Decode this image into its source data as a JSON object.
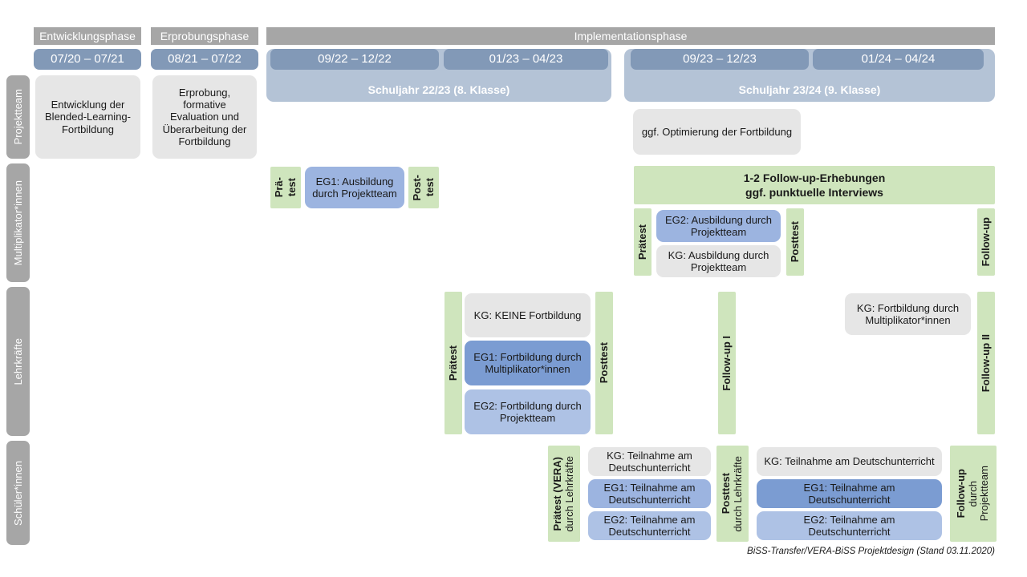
{
  "meta": {
    "footer": "BiSS-Transfer/VERA-BiSS Projektdesign (Stand 03.11.2020)"
  },
  "colors": {
    "header_gray": "#a6a6a6",
    "period_blue": "#8299b7",
    "schoolyear_blue": "#b4c3d6",
    "card_gray": "#e6e6e6",
    "card_blue_dark": "#7b9cd2",
    "card_blue_mid": "#9cb4e0",
    "card_blue_light": "#aec2e5",
    "green": "#cfe5bd"
  },
  "phases": [
    {
      "label": "Entwicklungsphase"
    },
    {
      "label": "Erprobungsphase"
    },
    {
      "label": "Implementationsphase"
    }
  ],
  "periods": [
    {
      "label": "07/20 – 07/21"
    },
    {
      "label": "08/21 – 07/22"
    },
    {
      "label": "09/22 – 12/22"
    },
    {
      "label": "01/23 – 04/23"
    },
    {
      "label": "09/23 – 12/23"
    },
    {
      "label": "01/24 – 04/24"
    }
  ],
  "school_years": [
    {
      "label": "Schuljahr 22/23 (8. Klasse)"
    },
    {
      "label": "Schuljahr 23/24 (9. Klasse)"
    }
  ],
  "roles": [
    {
      "label": "Projektteam"
    },
    {
      "label": "Multiplikator*innen"
    },
    {
      "label": "Lehrkräfte"
    },
    {
      "label": "Schüler*innen"
    }
  ],
  "projektteam": {
    "entwicklung": "Entwicklung der Blended-Learning-Fortbildung",
    "erprobung": "Erprobung, formative Evaluation und Überarbeitung der Fortbildung",
    "optimierung": "ggf. Optimierung der Fortbildung"
  },
  "multiplikatoren": {
    "praetest_1_line1": "Prä-",
    "praetest_1_line2": "test",
    "eg1": "EG1: Ausbildung durch Projektteam",
    "posttest_1_line1": "Post-",
    "posttest_1_line2": "test",
    "followup_banner_line1": "1-2 Follow-up-Erhebungen",
    "followup_banner_line2": "ggf. punktuelle Interviews",
    "praetest_2": "Prätest",
    "eg2": "EG2: Ausbildung durch Projektteam",
    "kg": "KG: Ausbildung durch Projektteam",
    "posttest_2": "Posttest",
    "followup": "Follow-up"
  },
  "lehrkraefte": {
    "praetest": "Prätest",
    "kg": "KG:  KEINE Fortbildung",
    "eg1": "EG1: Fortbildung durch Multiplikator*innen",
    "eg2": "EG2: Fortbildung durch Projektteam",
    "posttest": "Posttest",
    "followup_1": "Follow-up I",
    "kg_followup": "KG: Fortbildung durch Multiplikator*innen",
    "followup_2": "Follow-up II"
  },
  "schueler": {
    "praetest_bold": "Prätest (VERA)",
    "praetest_reg": "durch Lehrkräfte",
    "kg_1": "KG: Teilnahme am Deutschunterricht",
    "eg1_1": "EG1: Teilnahme am Deutschunterricht",
    "eg2_1": "EG2: Teilnahme am Deutschunterricht",
    "posttest_bold": "Posttest",
    "posttest_reg": "durch Lehrkräfte",
    "kg_2": "KG: Teilnahme am Deutschunterricht",
    "eg1_2": "EG1: Teilnahme am Deutschunterricht",
    "eg2_2": "EG2: Teilnahme am Deutschunterricht",
    "followup_bold": "Follow-up",
    "followup_reg1": "durch",
    "followup_reg2": "Projektteam"
  }
}
